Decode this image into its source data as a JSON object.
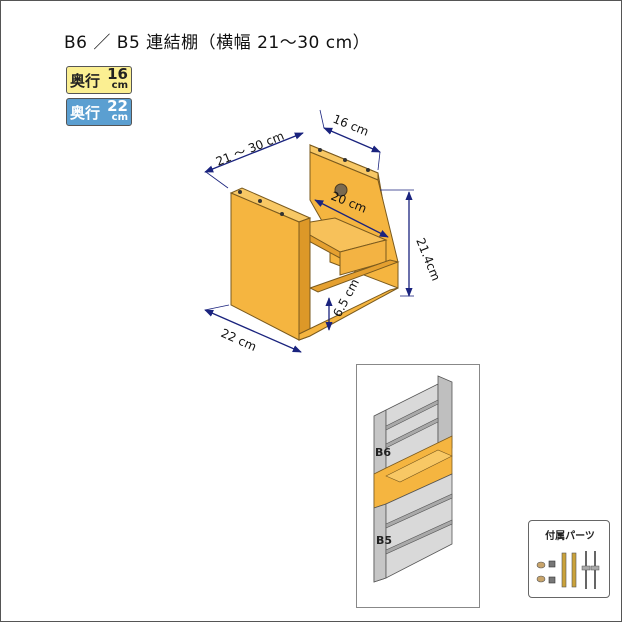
{
  "title": "B6 ／ B5 連結棚（横幅 21～30 cm）",
  "depth_badges": [
    {
      "label": "奥行",
      "num": "16",
      "unit": "cm",
      "color": "#fbef92"
    },
    {
      "label": "奥行",
      "num": "22",
      "unit": "cm",
      "color": "#5b9fd1"
    }
  ],
  "dimensions": {
    "width_range": "21 ～ 30 cm",
    "top_depth": "16 cm",
    "inner_width": "20 cm",
    "height": "21.4cm",
    "bottom_gap": "6.5 cm",
    "base_depth": "22 cm"
  },
  "unit_labels": {
    "upper": "B6",
    "lower": "B5"
  },
  "parts": {
    "title": "付属パーツ"
  },
  "colors": {
    "wood": "#f5b540",
    "wood_edge": "#7a5a1e",
    "gray_shelf": "#c6c6c6",
    "dim_line": "#1a237e",
    "badge16": "#fbef92",
    "badge22": "#5b9fd1"
  }
}
